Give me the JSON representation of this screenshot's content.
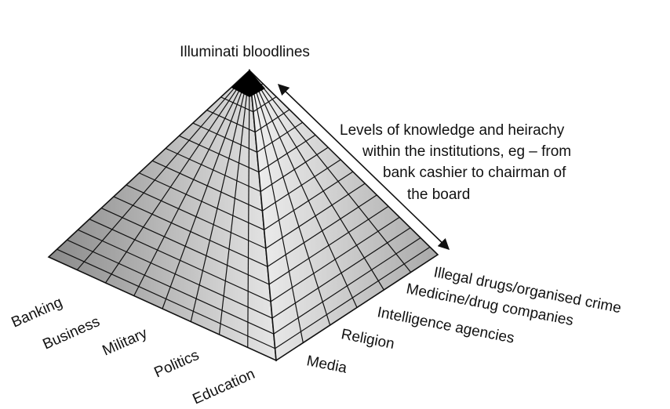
{
  "diagram": {
    "apex_label": "Illuminati bloodlines",
    "note_lines": [
      "Levels of knowledge and heirachy",
      "within the institutions, eg – from",
      "bank cashier to chairman of",
      "the board"
    ],
    "left_face_labels": [
      "Banking",
      "Business",
      "Military",
      "Politics",
      "Education"
    ],
    "right_face_labels": [
      "Media",
      "Religion",
      "Intelligence agencies",
      "Medicine/drug companies",
      "Illegal drugs/organised crime"
    ],
    "colors": {
      "line": "#111111",
      "apex_fill": "#000000",
      "left_face_light": "#e6e6e6",
      "left_face_dark": "#8a8a8a",
      "right_face_light": "#f0f0f0",
      "right_face_dark": "#a9a9a9"
    }
  }
}
